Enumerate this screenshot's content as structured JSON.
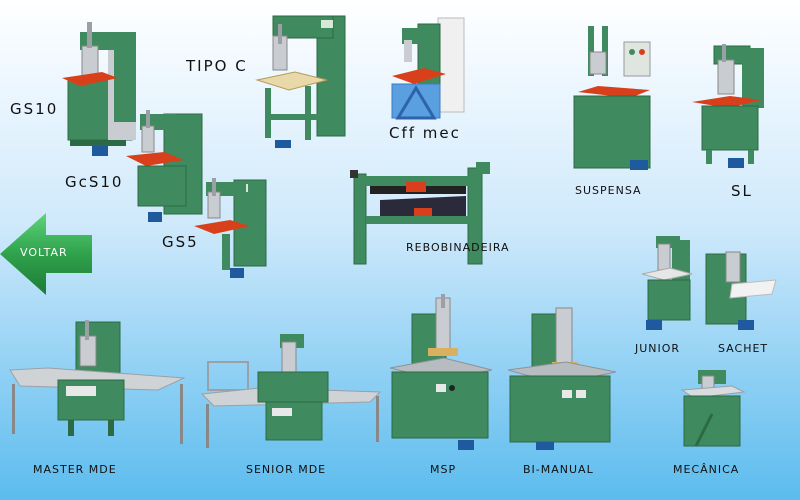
{
  "nav": {
    "back_label": "VOLTAR"
  },
  "colors": {
    "machine_green": "#3f8a5e",
    "machine_dark": "#2c6a46",
    "table_red": "#d8401c",
    "chrome": "#c9ccd0",
    "arrow_green": "#2fa24c",
    "crate_blue": "#5a9fe0"
  },
  "products": [
    {
      "id": "gs10",
      "label": "GS10"
    },
    {
      "id": "tipo-c",
      "label": "TIPO C"
    },
    {
      "id": "cff-mec",
      "label": "Cff mec"
    },
    {
      "id": "gcs10",
      "label": "GcS10"
    },
    {
      "id": "gs5",
      "label": "GS5"
    },
    {
      "id": "rebobinadeira",
      "label": "REBOBINADEIRA"
    },
    {
      "id": "suspensa",
      "label": "SUSPENSA"
    },
    {
      "id": "sl",
      "label": "SL"
    },
    {
      "id": "junior",
      "label": "JUNIOR"
    },
    {
      "id": "sachet",
      "label": "SACHET"
    },
    {
      "id": "master-mde",
      "label": "MASTER MDE"
    },
    {
      "id": "senior-mde",
      "label": "SENIOR MDE"
    },
    {
      "id": "msp",
      "label": "MSP"
    },
    {
      "id": "bi-manual",
      "label": "BI-MANUAL"
    },
    {
      "id": "mecanica",
      "label": "MECÂNICA"
    }
  ]
}
